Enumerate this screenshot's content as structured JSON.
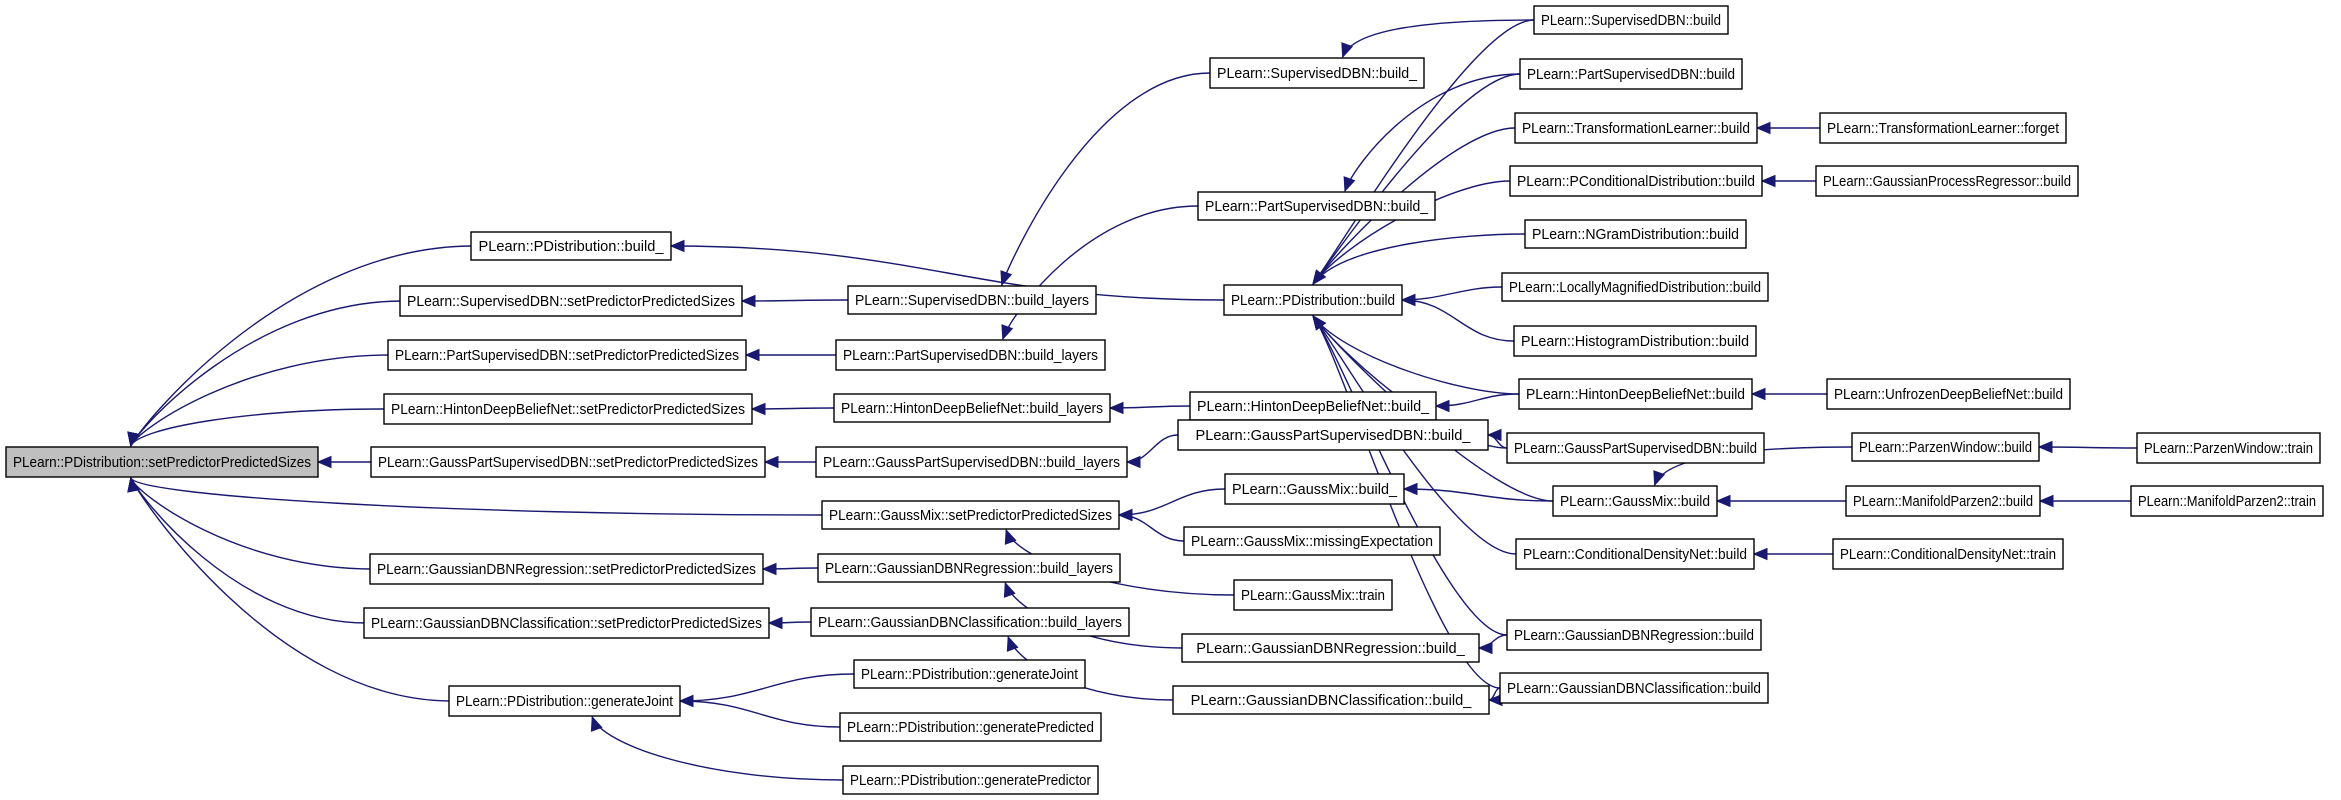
{
  "colors": {
    "node_fill": "#ffffff",
    "root_fill": "#bfbfbf",
    "node_border": "#000000",
    "edge": "#191970",
    "background": "#ffffff"
  },
  "graph": {
    "root": "n0",
    "nodes": [
      {
        "id": "n0",
        "label": "PLearn::PDistribution::setPredictorPredictedSizes"
      },
      {
        "id": "n1",
        "label": "PLearn::PDistribution::build_"
      },
      {
        "id": "n2",
        "label": "PLearn::SupervisedDBN::setPredictorPredictedSizes"
      },
      {
        "id": "n3",
        "label": "PLearn::PartSupervisedDBN::setPredictorPredictedSizes"
      },
      {
        "id": "n4",
        "label": "PLearn::HintonDeepBeliefNet::setPredictorPredictedSizes"
      },
      {
        "id": "n5",
        "label": "PLearn::GaussPartSupervisedDBN::setPredictorPredictedSizes"
      },
      {
        "id": "n6",
        "label": "PLearn::GaussMix::setPredictorPredictedSizes"
      },
      {
        "id": "n7",
        "label": "PLearn::GaussianDBNRegression::setPredictorPredictedSizes"
      },
      {
        "id": "n8",
        "label": "PLearn::GaussianDBNClassification::setPredictorPredictedSizes"
      },
      {
        "id": "n9",
        "label": "PLearn::PDistribution::generateJoint"
      },
      {
        "id": "n10",
        "label": "PLearn::SupervisedDBN::build_layers"
      },
      {
        "id": "n11",
        "label": "PLearn::PartSupervisedDBN::build_layers"
      },
      {
        "id": "n12",
        "label": "PLearn::HintonDeepBeliefNet::build_layers"
      },
      {
        "id": "n13",
        "label": "PLearn::GaussPartSupervisedDBN::build_layers"
      },
      {
        "id": "n14",
        "label": "PLearn::GaussianDBNRegression::build_layers"
      },
      {
        "id": "n15",
        "label": "PLearn::GaussianDBNClassification::build_layers"
      },
      {
        "id": "n16",
        "label": "PLearn::PDistribution::generateJoint"
      },
      {
        "id": "n17",
        "label": "PLearn::PDistribution::generatePredicted"
      },
      {
        "id": "n18",
        "label": "PLearn::PDistribution::generatePredictor"
      },
      {
        "id": "n19",
        "label": "PLearn::SupervisedDBN::build_"
      },
      {
        "id": "n20",
        "label": "PLearn::PartSupervisedDBN::build_"
      },
      {
        "id": "n21",
        "label": "PLearn::PDistribution::build"
      },
      {
        "id": "n22",
        "label": "PLearn::HintonDeepBeliefNet::build_"
      },
      {
        "id": "n23",
        "label": "PLearn::GaussPartSupervisedDBN::build_"
      },
      {
        "id": "n24",
        "label": "PLearn::GaussMix::build_"
      },
      {
        "id": "n25",
        "label": "PLearn::GaussMix::missingExpectation"
      },
      {
        "id": "n26",
        "label": "PLearn::GaussMix::train"
      },
      {
        "id": "n27",
        "label": "PLearn::GaussianDBNRegression::build_"
      },
      {
        "id": "n28",
        "label": "PLearn::GaussianDBNClassification::build_"
      },
      {
        "id": "n29",
        "label": "PLearn::SupervisedDBN::build"
      },
      {
        "id": "n30",
        "label": "PLearn::PartSupervisedDBN::build"
      },
      {
        "id": "n31",
        "label": "PLearn::TransformationLearner::build"
      },
      {
        "id": "n32",
        "label": "PLearn::PConditionalDistribution::build"
      },
      {
        "id": "n33",
        "label": "PLearn::NGramDistribution::build"
      },
      {
        "id": "n34",
        "label": "PLearn::LocallyMagnifiedDistribution::build"
      },
      {
        "id": "n35",
        "label": "PLearn::HistogramDistribution::build"
      },
      {
        "id": "n36",
        "label": "PLearn::HintonDeepBeliefNet::build"
      },
      {
        "id": "n37",
        "label": "PLearn::GaussPartSupervisedDBN::build"
      },
      {
        "id": "n38",
        "label": "PLearn::GaussMix::build"
      },
      {
        "id": "n39",
        "label": "PLearn::ConditionalDensityNet::build"
      },
      {
        "id": "n40",
        "label": "PLearn::GaussianDBNRegression::build"
      },
      {
        "id": "n41",
        "label": "PLearn::GaussianDBNClassification::build"
      },
      {
        "id": "n42",
        "label": "PLearn::TransformationLearner::forget"
      },
      {
        "id": "n43",
        "label": "PLearn::GaussianProcessRegressor::build"
      },
      {
        "id": "n44",
        "label": "PLearn::UnfrozenDeepBeliefNet::build"
      },
      {
        "id": "n45",
        "label": "PLearn::ParzenWindow::build"
      },
      {
        "id": "n46",
        "label": "PLearn::ManifoldParzen2::build"
      },
      {
        "id": "n47",
        "label": "PLearn::ConditionalDensityNet::train"
      },
      {
        "id": "n48",
        "label": "PLearn::ParzenWindow::train"
      },
      {
        "id": "n49",
        "label": "PLearn::ManifoldParzen2::train"
      }
    ],
    "edges": [
      {
        "from": "n1",
        "to": "n0"
      },
      {
        "from": "n2",
        "to": "n0"
      },
      {
        "from": "n3",
        "to": "n0"
      },
      {
        "from": "n4",
        "to": "n0"
      },
      {
        "from": "n5",
        "to": "n0"
      },
      {
        "from": "n6",
        "to": "n0"
      },
      {
        "from": "n7",
        "to": "n0"
      },
      {
        "from": "n8",
        "to": "n0"
      },
      {
        "from": "n9",
        "to": "n0"
      },
      {
        "from": "n21",
        "to": "n1"
      },
      {
        "from": "n10",
        "to": "n2"
      },
      {
        "from": "n11",
        "to": "n3"
      },
      {
        "from": "n12",
        "to": "n4"
      },
      {
        "from": "n13",
        "to": "n5"
      },
      {
        "from": "n14",
        "to": "n7"
      },
      {
        "from": "n15",
        "to": "n8"
      },
      {
        "from": "n24",
        "to": "n6"
      },
      {
        "from": "n25",
        "to": "n6"
      },
      {
        "from": "n26",
        "to": "n6"
      },
      {
        "from": "n16",
        "to": "n9"
      },
      {
        "from": "n17",
        "to": "n9"
      },
      {
        "from": "n18",
        "to": "n9"
      },
      {
        "from": "n19",
        "to": "n10"
      },
      {
        "from": "n20",
        "to": "n11"
      },
      {
        "from": "n22",
        "to": "n12"
      },
      {
        "from": "n23",
        "to": "n13"
      },
      {
        "from": "n27",
        "to": "n14"
      },
      {
        "from": "n28",
        "to": "n15"
      },
      {
        "from": "n29",
        "to": "n19"
      },
      {
        "from": "n30",
        "to": "n20"
      },
      {
        "from": "n36",
        "to": "n22"
      },
      {
        "from": "n37",
        "to": "n23"
      },
      {
        "from": "n38",
        "to": "n24"
      },
      {
        "from": "n40",
        "to": "n27"
      },
      {
        "from": "n41",
        "to": "n28"
      },
      {
        "from": "n29",
        "to": "n21"
      },
      {
        "from": "n30",
        "to": "n21"
      },
      {
        "from": "n31",
        "to": "n21"
      },
      {
        "from": "n32",
        "to": "n21"
      },
      {
        "from": "n33",
        "to": "n21"
      },
      {
        "from": "n34",
        "to": "n21"
      },
      {
        "from": "n35",
        "to": "n21"
      },
      {
        "from": "n36",
        "to": "n21"
      },
      {
        "from": "n37",
        "to": "n21"
      },
      {
        "from": "n38",
        "to": "n21"
      },
      {
        "from": "n39",
        "to": "n21"
      },
      {
        "from": "n40",
        "to": "n21"
      },
      {
        "from": "n41",
        "to": "n21"
      },
      {
        "from": "n42",
        "to": "n31"
      },
      {
        "from": "n43",
        "to": "n32"
      },
      {
        "from": "n44",
        "to": "n36"
      },
      {
        "from": "n45",
        "to": "n38"
      },
      {
        "from": "n46",
        "to": "n38"
      },
      {
        "from": "n47",
        "to": "n39"
      },
      {
        "from": "n48",
        "to": "n45"
      },
      {
        "from": "n49",
        "to": "n46"
      }
    ]
  }
}
